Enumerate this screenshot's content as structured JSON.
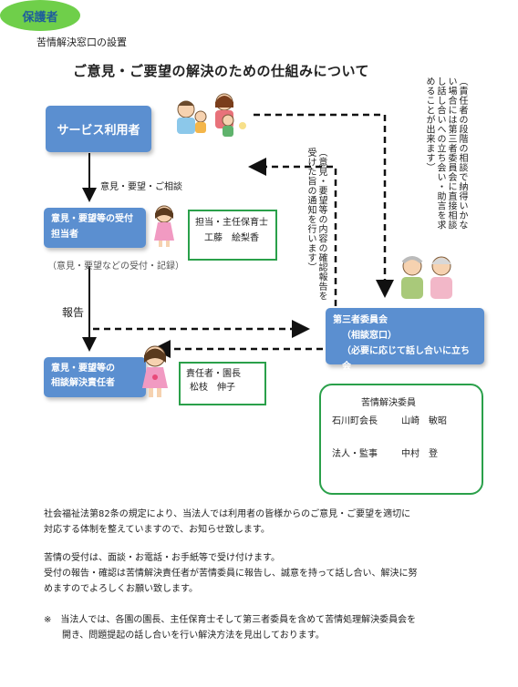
{
  "header": {
    "label": "苦情解決窓口の設置"
  },
  "title": "ご意見・ご要望の解決のための仕組みについて",
  "nodes": {
    "user": "サービス利用者",
    "guardian": "保護者",
    "reception": [
      "意見・要望等の受付",
      "担当者"
    ],
    "resolution": [
      "意見・要望等の",
      "相談解決責任者"
    ],
    "committee": [
      "第三者委員会",
      "（相談窓口）",
      "（必要に応じて話し合いに立ち会"
    ]
  },
  "persons": {
    "tanto": [
      "担当・主任保育士",
      "工藤　絵梨香"
    ],
    "sekinin": [
      "責任者・園長",
      "松枝　伸子"
    ],
    "members": {
      "heading": "苦情解決委員",
      "rows": [
        [
          "石川町会長",
          "山崎　敏昭"
        ],
        [
          "法人・監事",
          "中村　登"
        ]
      ]
    }
  },
  "labels": {
    "consult": "意見・要望・ご相談",
    "reception_note": "（意見・要望などの受付・記録）",
    "report": "報告"
  },
  "vertical_notes": {
    "right": "（責任者の段階の相談で納得いかない場合には第三者委員会に直接相談し話し合いへの立ち会い・助言を求めることが出来ます）",
    "middle": "（意見・要望等の内容の確認報告を受けた旨の通知を行います）"
  },
  "body": {
    "para1": [
      "社会福祉法第82条の規定により、当法人では利用者の皆様からのご意見・ご要望を適切に",
      "対応する体制を整えていますので、お知らせ致します。"
    ],
    "para2": [
      "苦情の受付は、面談・お電話・お手紙等で受け付けます。",
      "受付の報告・確認は苦情解決責任者が苦情委員に報告し、誠意を持って話し合い、解決に努",
      "めますのでよろしくお願い致します。"
    ],
    "note": [
      "※　当法人では、各園の園長、主任保育士そして第三者委員を含めて苦情処理解決委員会を",
      "　　開き、問題提起の話し合いを行い解決方法を見出しております。"
    ]
  },
  "colors": {
    "blue_box": "#5b8fd0",
    "green_border": "#2aa04a",
    "guardian_fill": "#6fcf4a"
  },
  "icons": [
    "family-illustration",
    "girl-illustration",
    "girl-illustration",
    "elderly-couple-illustration"
  ]
}
